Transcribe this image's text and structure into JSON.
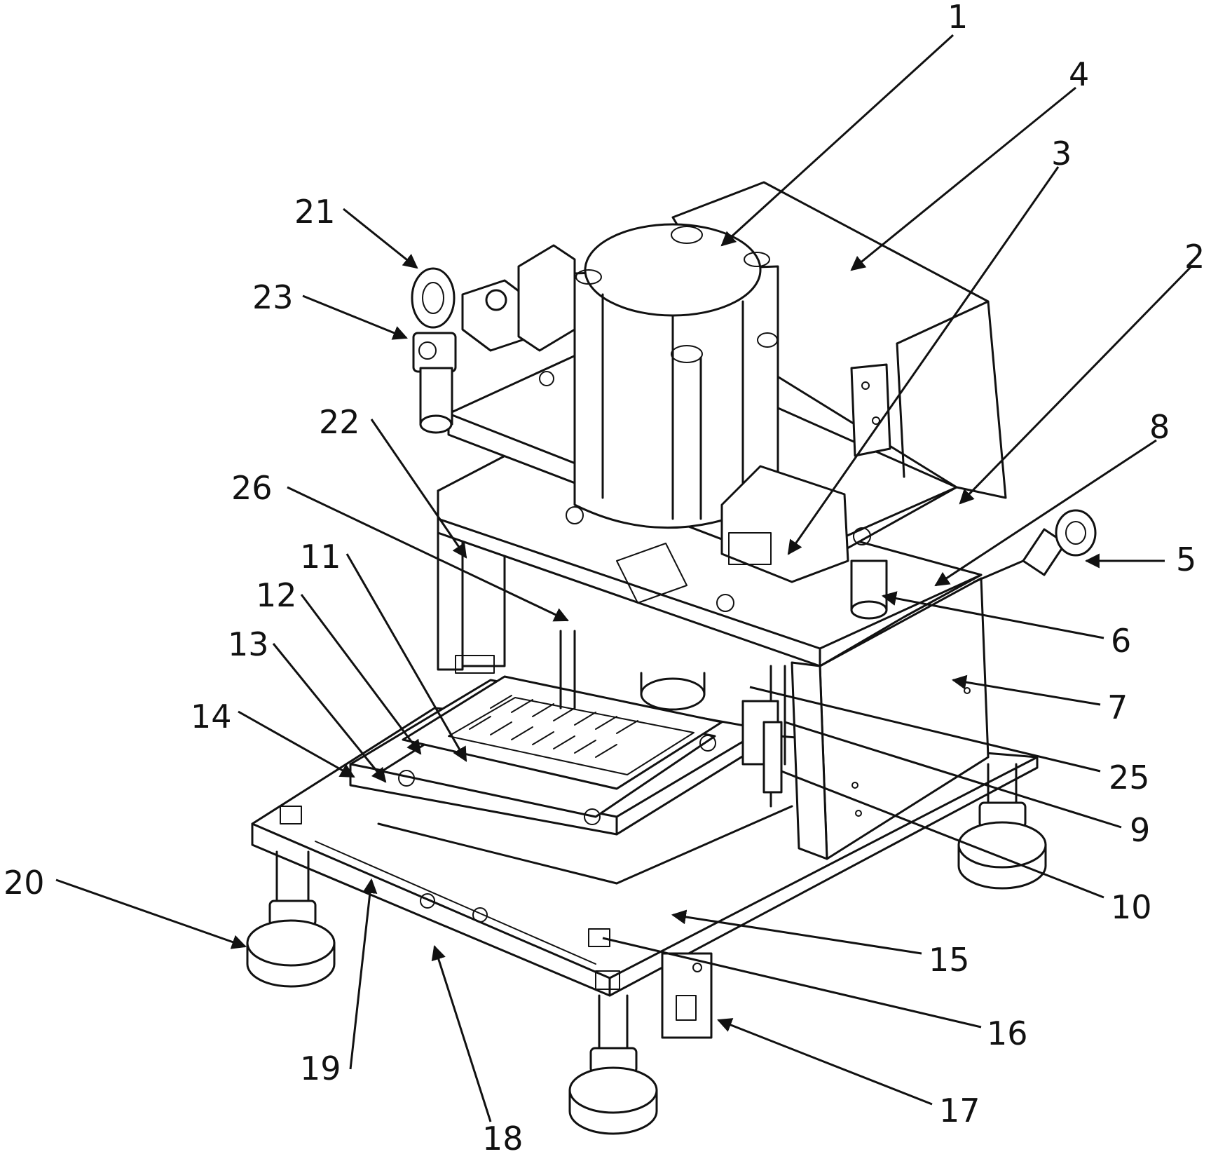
{
  "figure": {
    "type": "mechanical assembly isometric drawing",
    "callouts": [
      {
        "id": "c1",
        "label": "1"
      },
      {
        "id": "c2",
        "label": "2"
      },
      {
        "id": "c3",
        "label": "3"
      },
      {
        "id": "c4",
        "label": "4"
      },
      {
        "id": "c5",
        "label": "5"
      },
      {
        "id": "c6",
        "label": "6"
      },
      {
        "id": "c7",
        "label": "7"
      },
      {
        "id": "c8",
        "label": "8"
      },
      {
        "id": "c9",
        "label": "9"
      },
      {
        "id": "c10",
        "label": "10"
      },
      {
        "id": "c11",
        "label": "11"
      },
      {
        "id": "c12",
        "label": "12"
      },
      {
        "id": "c13",
        "label": "13"
      },
      {
        "id": "c14",
        "label": "14"
      },
      {
        "id": "c15",
        "label": "15"
      },
      {
        "id": "c16",
        "label": "16"
      },
      {
        "id": "c17",
        "label": "17"
      },
      {
        "id": "c18",
        "label": "18"
      },
      {
        "id": "c19",
        "label": "19"
      },
      {
        "id": "c20",
        "label": "20"
      },
      {
        "id": "c21",
        "label": "21"
      },
      {
        "id": "c22",
        "label": "22"
      },
      {
        "id": "c23",
        "label": "23"
      },
      {
        "id": "c25",
        "label": "25"
      },
      {
        "id": "c26",
        "label": "26"
      }
    ]
  }
}
